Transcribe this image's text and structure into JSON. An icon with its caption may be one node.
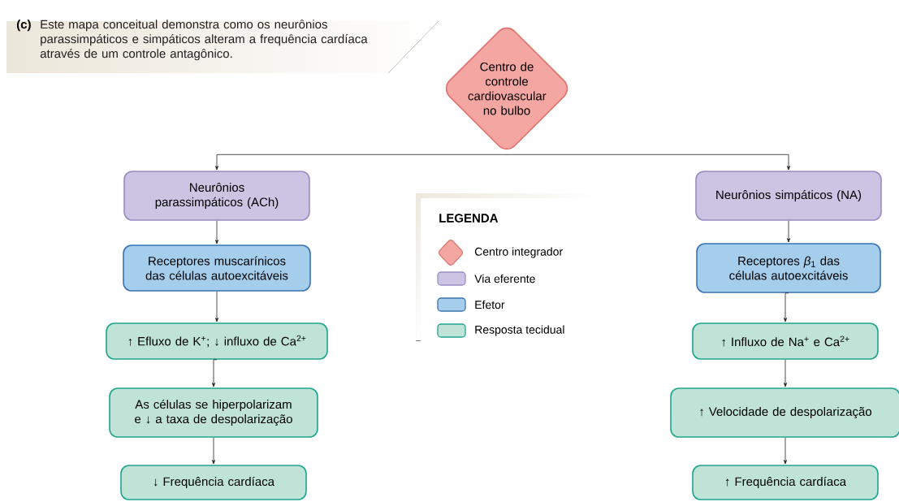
{
  "diagram": {
    "caption": "Este mapa conceitual demonstra como os neurônios parassimpáticos e simpáticos alteram a frequência cardíaca através de um controle antagônico.",
    "nodes": [
      {
        "text": [
          "Centro de controle cardiovascular no bulbo"
        ]
      },
      {
        "text": [
          "Neurônios parassimpáticos (ACh)"
        ]
      },
      {
        "text": [
          "Receptores muscarínicos das células autoexcitáveis"
        ]
      },
      {
        "text": [
          "↑ Efluxo de K$^{+}$; ↓ influxo de Ca$^{2+}$"
        ]
      },
      {
        "text": [
          "As células se hiperpolarizam e ↓ a taxa de despolarização"
        ]
      },
      {
        "text": [
          "↓ Frequência cardíaca"
        ]
      },
      {
        "text": [
          "Neurônios simpáticos (NA)"
        ]
      },
      {
        "text": [
          "Receptores *β*$_{1}$ das células autoexcitáveis"
        ]
      },
      {
        "text": [
          "↑ Influxo de Na$^{+}$ e Ca$^{2+}$"
        ]
      },
      {
        "text": [
          "↑ Velocidade de despolarização"
        ]
      },
      {
        "text": [
          "↑ Frequência cardíaca"
        ]
      }
    ],
    "edges": [
      {
        "from": 0,
        "to": 1,
        "arrow": "to"
      },
      {
        "from": 0,
        "to": 6,
        "arrow": "to"
      },
      {
        "from": 1,
        "to": 2,
        "arrow": "to"
      },
      {
        "from": 2,
        "to": 3,
        "arrow": "to"
      },
      {
        "from": 3,
        "to": 4,
        "arrow": "to"
      },
      {
        "from": 4,
        "to": 5,
        "arrow": "to"
      },
      {
        "from": 6,
        "to": 7,
        "arrow": "to"
      },
      {
        "from": 7,
        "to": 8,
        "arrow": "to"
      },
      {
        "from": 8,
        "to": 9,
        "arrow": "to"
      },
      {
        "from": 9,
        "to": 10,
        "arrow": "to"
      }
    ],
    "labels": [
      "(c)",
      "LEGENDA"
    ],
    "legend": [
      {
        "text": "Centro integrador",
        "color": "#f4a6a3"
      },
      {
        "text": "Via eferente",
        "color": "#cbc5e3"
      },
      {
        "text": "Efetor",
        "color": "#a5cdec"
      },
      {
        "text": "Resposta tecidual",
        "color": "#bfe3d7"
      }
    ]
  }
}
